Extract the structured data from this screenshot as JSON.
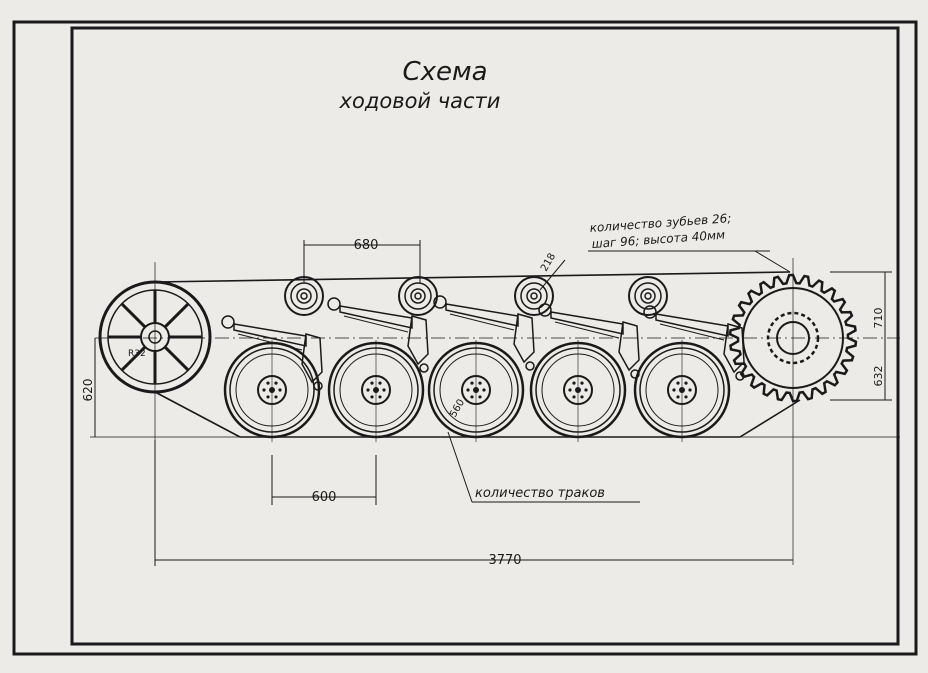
{
  "title": {
    "line1": "Схема",
    "line2": "ходовой части"
  },
  "notes": {
    "sprocket_line1": "количество зубьев 26;",
    "sprocket_line2": "шаг 96; высота 40мм",
    "track_links": "количество траков"
  },
  "dimensions": {
    "return_roller_pitch": "680",
    "road_wheel_pitch": "600",
    "track_contact_length": "3770",
    "idler_height": "620",
    "idler_radius": "R32",
    "road_wheel_diameter": "560",
    "sprocket_top": "710",
    "sprocket_axle": "632",
    "return_roller_size": "218"
  },
  "colors": {
    "paper": "#ecebe8",
    "ink": "#1a1a1a"
  }
}
